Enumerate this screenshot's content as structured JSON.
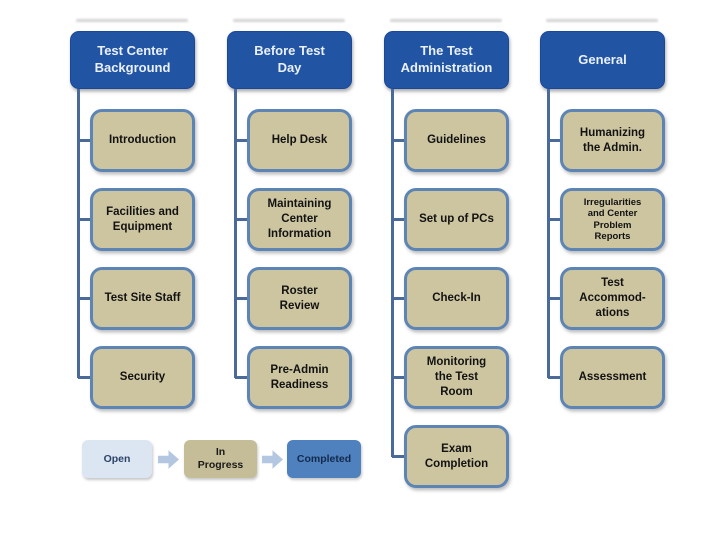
{
  "slide": {
    "background": "#FFFFFF"
  },
  "colors": {
    "header_fill": "#2254A4",
    "header_text": "#EAF1FA",
    "child_fill": "#CDC5A0",
    "child_border": "#5C84B4",
    "child_text": "#121212",
    "connector": "#4A6A99",
    "legend_open_fill": "#DCE6F2",
    "legend_in_progress_fill": "#C5BD97",
    "legend_completed_fill": "#4E81BD",
    "legend_dark_text": "#2B4367",
    "arrow_fill": "#B3C7E1"
  },
  "columns": [
    {
      "header": "Test Center\nBackground",
      "items": [
        "Introduction",
        "Facilities and\nEquipment",
        "Test Site Staff",
        "Security"
      ]
    },
    {
      "header": "Before Test\nDay",
      "items": [
        "Help Desk",
        "Maintaining\nCenter\nInformation",
        "Roster\nReview",
        "Pre-Admin\nReadiness"
      ]
    },
    {
      "header": "The Test\nAdministration",
      "items": [
        "Guidelines",
        "Set up of PCs",
        "Check-In",
        "Monitoring\nthe Test\nRoom",
        "Exam\nCompletion"
      ]
    },
    {
      "header": "General",
      "items": [
        "Humanizing\nthe Admin.",
        "Irregularities\nand Center\nProblem\nReports",
        "Test\nAccommod-\nations",
        "Assessment"
      ]
    }
  ],
  "legend": {
    "open_label": "Open",
    "in_progress_label": "In\nProgress",
    "completed_label": "Completed"
  }
}
